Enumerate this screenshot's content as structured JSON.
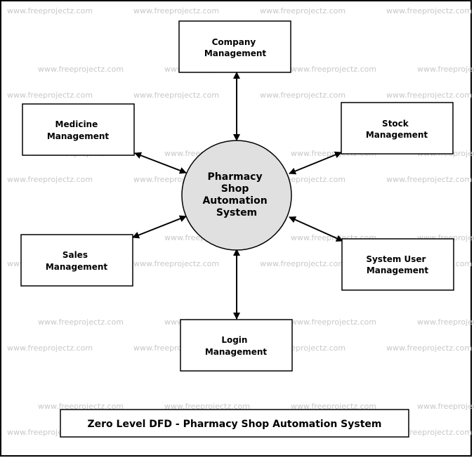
{
  "watermark": "www.freeprojectz.com",
  "center": {
    "lines": [
      "Pharmacy",
      "Shop",
      "Automation",
      "System"
    ],
    "fill": "#e0e0e0"
  },
  "entities": {
    "company": [
      "Company",
      "Management"
    ],
    "medicine": [
      "Medicine",
      "Management"
    ],
    "stock": [
      "Stock",
      "Management"
    ],
    "sales": [
      "Sales",
      "Management"
    ],
    "system_user": [
      "System User",
      "Management"
    ],
    "login": [
      "Login",
      "Management"
    ]
  },
  "title": "Zero Level DFD - Pharmacy Shop Automation System"
}
